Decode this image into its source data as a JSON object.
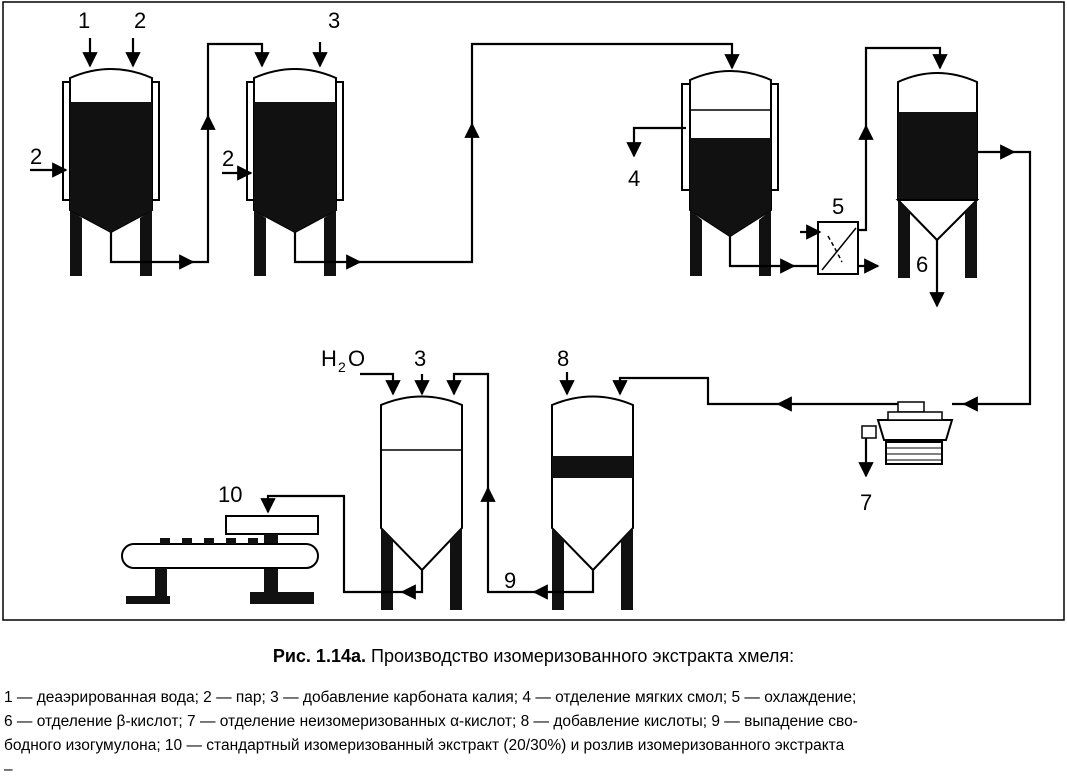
{
  "labels": {
    "l1": "1",
    "l2a": "2",
    "l2b": "2",
    "l2c": "2",
    "l3a": "3",
    "l4": "4",
    "l5": "5",
    "l6": "6",
    "l7": "7",
    "h2o_h": "H",
    "h2o_2": "2",
    "h2o_o": "O",
    "l3b": "3",
    "l8": "8",
    "l9": "9",
    "l10": "10"
  },
  "caption": {
    "prefix": "Рис. 1.14а.",
    "text": "Производство изомеризованного экстракта хмеля:"
  },
  "legend": {
    "line1": "1 — деаэрированная вода; 2 — пар; 3 — добавление карбоната калия; 4 — отделение мягких смол; 5 — охлаждение;",
    "line2": "6 — отделение β-кислот; 7 — отделение неизомеризованных α-кислот; 8 — добавление кислоты; 9 — выпадение сво-",
    "line3": "бодного изогумулона; 10 — стандартный изомеризованный экстракт (20/30%) и розлив изомеризованного экстракта",
    "line4": "–"
  }
}
